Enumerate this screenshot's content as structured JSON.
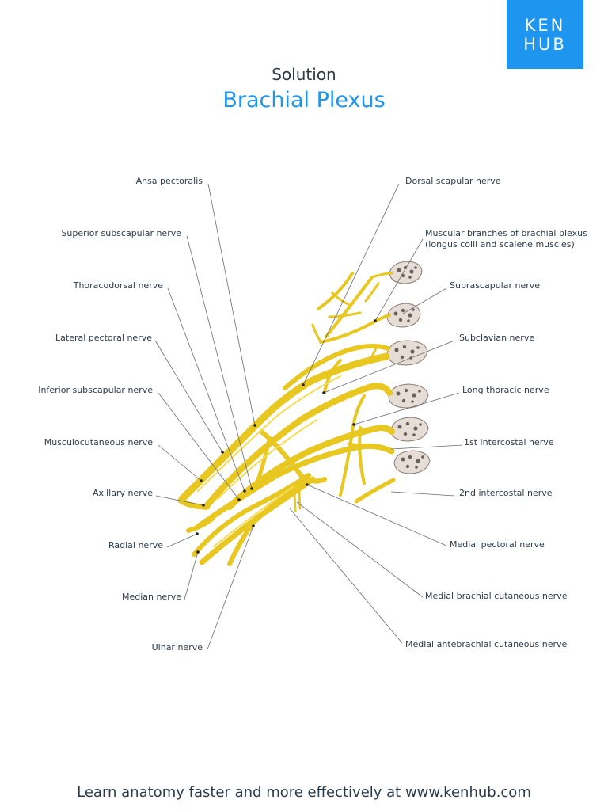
{
  "brand": {
    "line1": "KEN",
    "line2": "HUB"
  },
  "header": {
    "subtitle": "Solution",
    "title": "Brachial Plexus"
  },
  "labels": {
    "ansa_pectoralis": "Ansa pectoralis",
    "superior_subscapular": "Superior subscapular nerve",
    "thoracodorsal": "Thoracodorsal nerve",
    "lateral_pectoral": "Lateral pectoral nerve",
    "inferior_subscapular": "Inferior subscapular nerve",
    "musculocutaneous": "Musculocutaneous nerve",
    "axillary": "Axillary nerve",
    "radial": "Radial nerve",
    "median": "Median nerve",
    "ulnar": "Ulnar nerve",
    "dorsal_scapular": "Dorsal scapular nerve",
    "muscular_branches_1": "Muscular branches of brachial plexus",
    "muscular_branches_2": "(longus colli and scalene muscles)",
    "suprascapular": "Suprascapular nerve",
    "subclavian": "Subclavian nerve",
    "long_thoracic": "Long thoracic nerve",
    "first_intercostal": "1st intercostal nerve",
    "second_intercostal": "2nd intercostal nerve",
    "medial_pectoral": "Medial pectoral nerve",
    "medial_brachial_cutaneous": "Medial brachial cutaneous nerve",
    "medial_antebrachial_cutaneous": "Medial antebrachial cutaneous nerve"
  },
  "footer": {
    "text": "Learn anatomy faster and more effectively at www.kenhub.com"
  },
  "colors": {
    "brand_blue": "#1e96f0",
    "nerve_yellow": "#e8c720",
    "text": "#2b3a4a"
  }
}
